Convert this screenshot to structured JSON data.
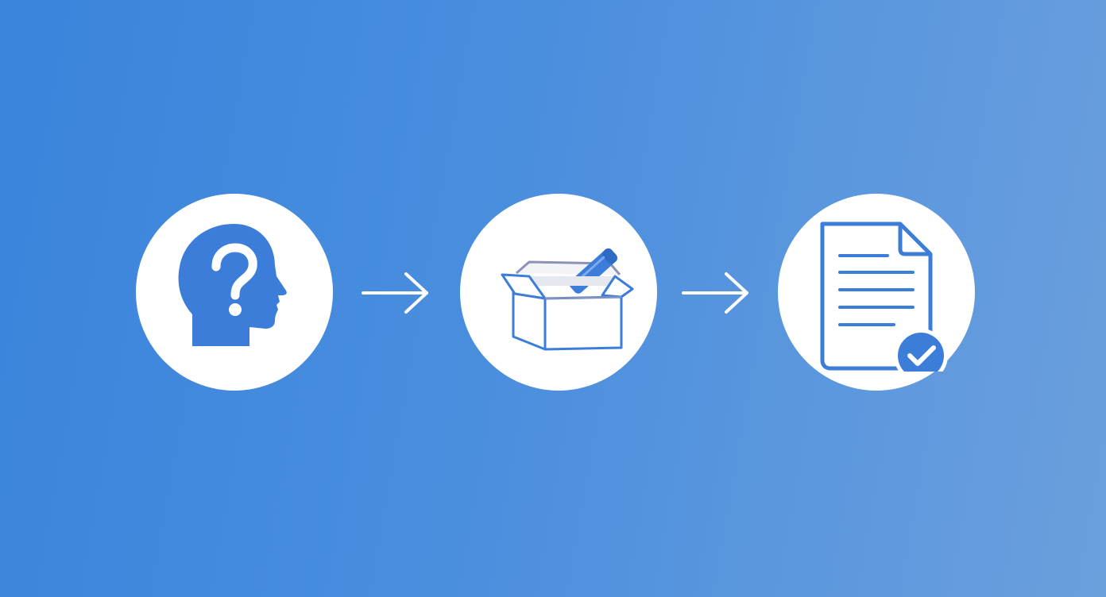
{
  "diagram": {
    "type": "process-flow",
    "colors": {
      "background_start": "#3a84dc",
      "background_end": "#6b9fdc",
      "circle_fill": "#ffffff",
      "icon_blue": "#3b7dd8",
      "arrow": "#ffffff"
    },
    "steps": [
      {
        "icon": "head-question-icon"
      },
      {
        "icon": "open-box-with-pen-icon"
      },
      {
        "icon": "document-check-icon"
      }
    ],
    "connectors": [
      {
        "from": 0,
        "to": 1,
        "icon": "arrow-right-icon"
      },
      {
        "from": 1,
        "to": 2,
        "icon": "arrow-right-icon"
      }
    ]
  }
}
